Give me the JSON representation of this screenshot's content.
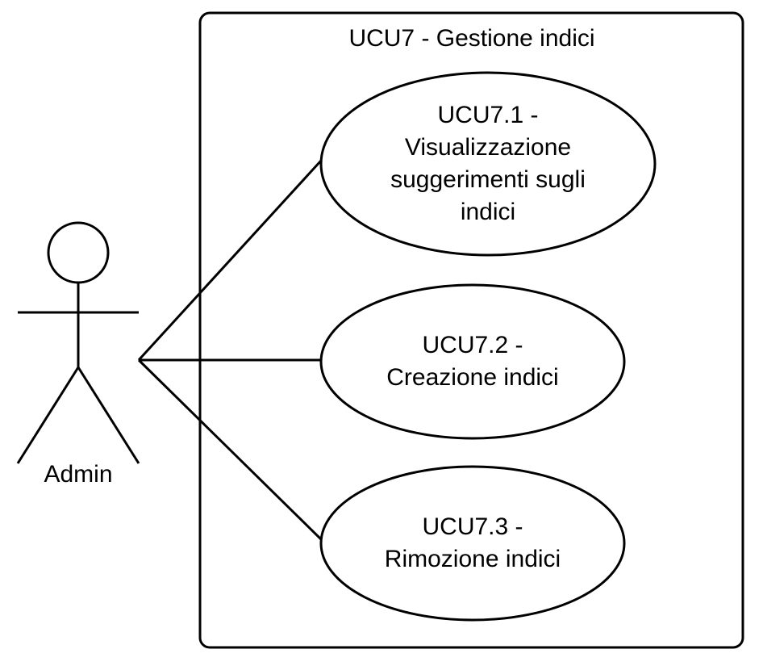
{
  "system": {
    "title": "UCU7 - Gestione indici"
  },
  "actor": {
    "name": "Admin"
  },
  "use_cases": [
    {
      "lines": [
        "UCU7.1 -",
        "Visualizzazione",
        "suggerimenti sugli",
        "indici"
      ]
    },
    {
      "lines": [
        "UCU7.2 -",
        "Creazione indici"
      ]
    },
    {
      "lines": [
        "UCU7.3 -",
        "Rimozione indici"
      ]
    }
  ],
  "colors": {
    "stroke": "#000000",
    "background": "#ffffff",
    "text": "#000000"
  }
}
